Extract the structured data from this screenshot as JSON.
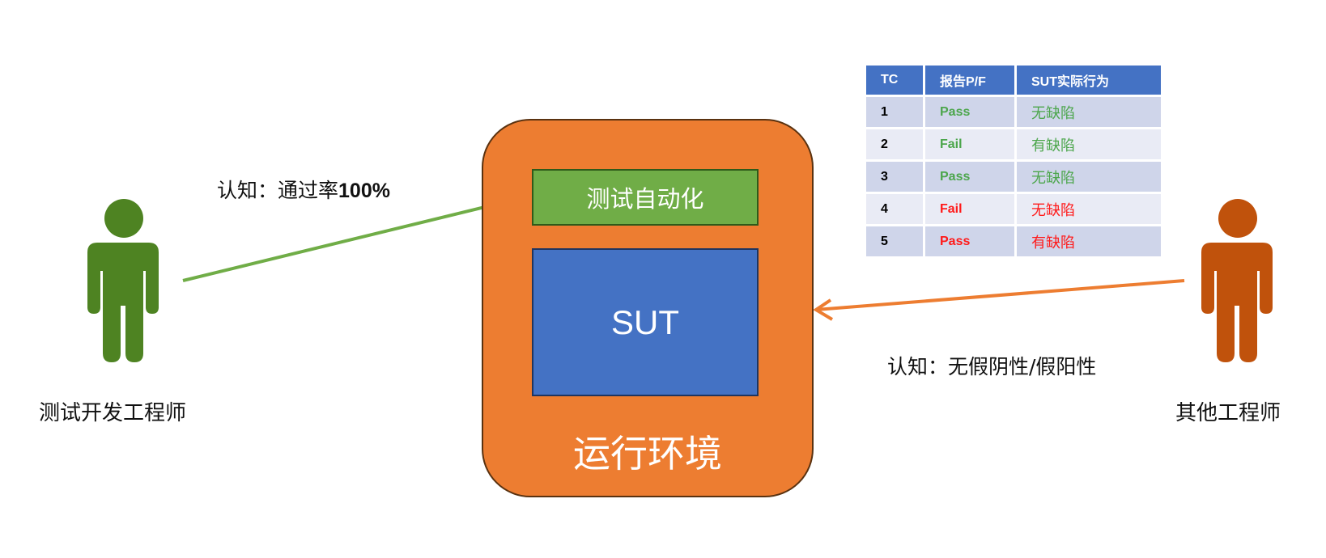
{
  "left_actor": {
    "label": "测试开发工程师",
    "color": "#4E8322",
    "perception": "认知：通过率",
    "perception_value": "100%"
  },
  "right_actor": {
    "label": "其他工程师",
    "color": "#C0520C",
    "perception": "认知：无假阴性/假阳性"
  },
  "environment": {
    "label": "运行环境",
    "color": "#ED7D31"
  },
  "automation_box": {
    "label": "测试自动化",
    "color": "#70AD47"
  },
  "sut_box": {
    "label": "SUT",
    "color": "#4472C4"
  },
  "arrows": {
    "left_color": "#70AD47",
    "right_color": "#ED7D31"
  },
  "table": {
    "headers": [
      "TC",
      "报告P/F",
      "SUT实际行为"
    ],
    "rows": [
      {
        "tc": "1",
        "report": "Pass",
        "actual": "无缺陷",
        "color": "#4CA64C"
      },
      {
        "tc": "2",
        "report": "Fail",
        "actual": "有缺陷",
        "color": "#4CA64C"
      },
      {
        "tc": "3",
        "report": "Pass",
        "actual": "无缺陷",
        "color": "#4CA64C"
      },
      {
        "tc": "4",
        "report": "Fail",
        "actual": "无缺陷",
        "color": "#FF1A1A"
      },
      {
        "tc": "5",
        "report": "Pass",
        "actual": "有缺陷",
        "color": "#FF1A1A"
      }
    ]
  }
}
